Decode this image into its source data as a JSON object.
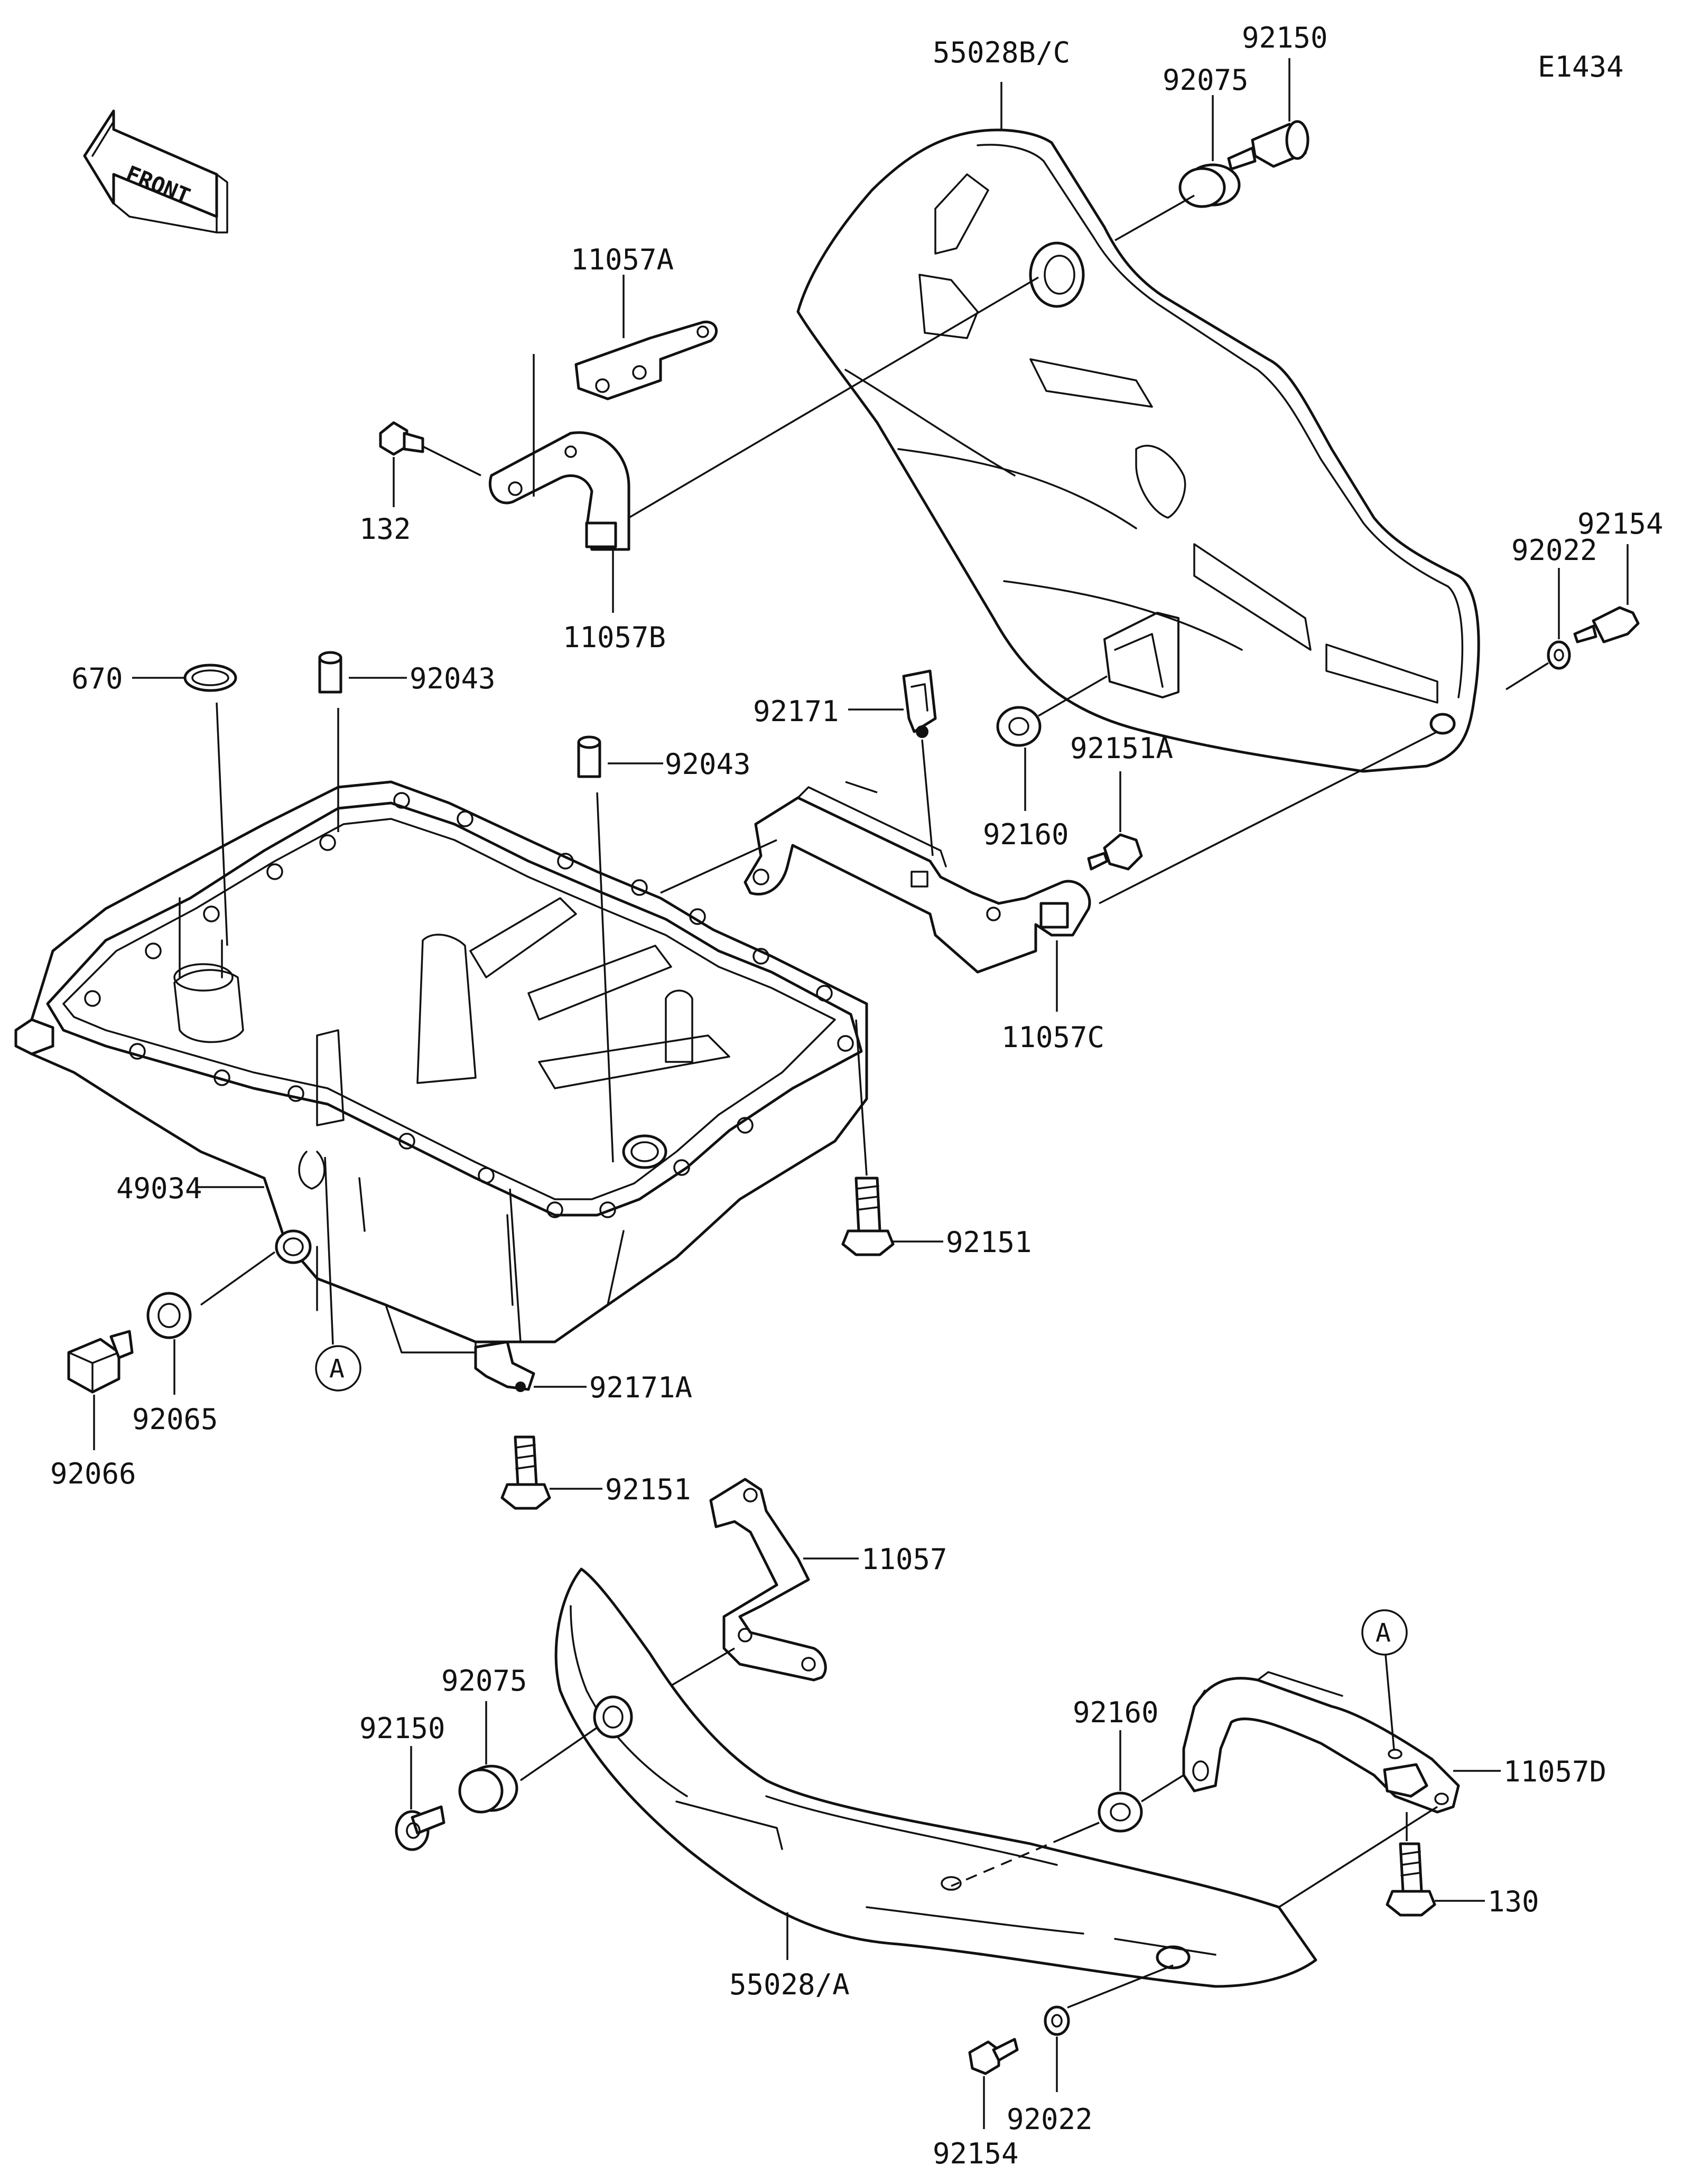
{
  "diagram_code": "E1434",
  "front_label": "FRONT",
  "ref_mark": "A",
  "parts": {
    "p55028bc": "55028B/C",
    "p92075_top": "92075",
    "p92150_top": "92150",
    "p11057a": "11057A",
    "p132": "132",
    "p11057b": "11057B",
    "p92154_top": "92154",
    "p92022_top": "92022",
    "p670": "670",
    "p92043_left": "92043",
    "p92043_mid": "92043",
    "p92171": "92171",
    "p92160_top": "92160",
    "p92151a": "92151A",
    "p11057c": "11057C",
    "p49034": "49034",
    "p92151_right": "92151",
    "p92065": "92065",
    "p92066": "92066",
    "p92171a": "92171A",
    "p92151_low": "92151",
    "p11057": "11057",
    "p92075_low": "92075",
    "p92150_low": "92150",
    "p92160_low": "92160",
    "p11057d": "11057D",
    "p130": "130",
    "p55028a": "55028/A",
    "p92022_low": "92022",
    "p92154_low": "92154"
  },
  "colors": {
    "line": "#111111",
    "background": "#ffffff"
  }
}
